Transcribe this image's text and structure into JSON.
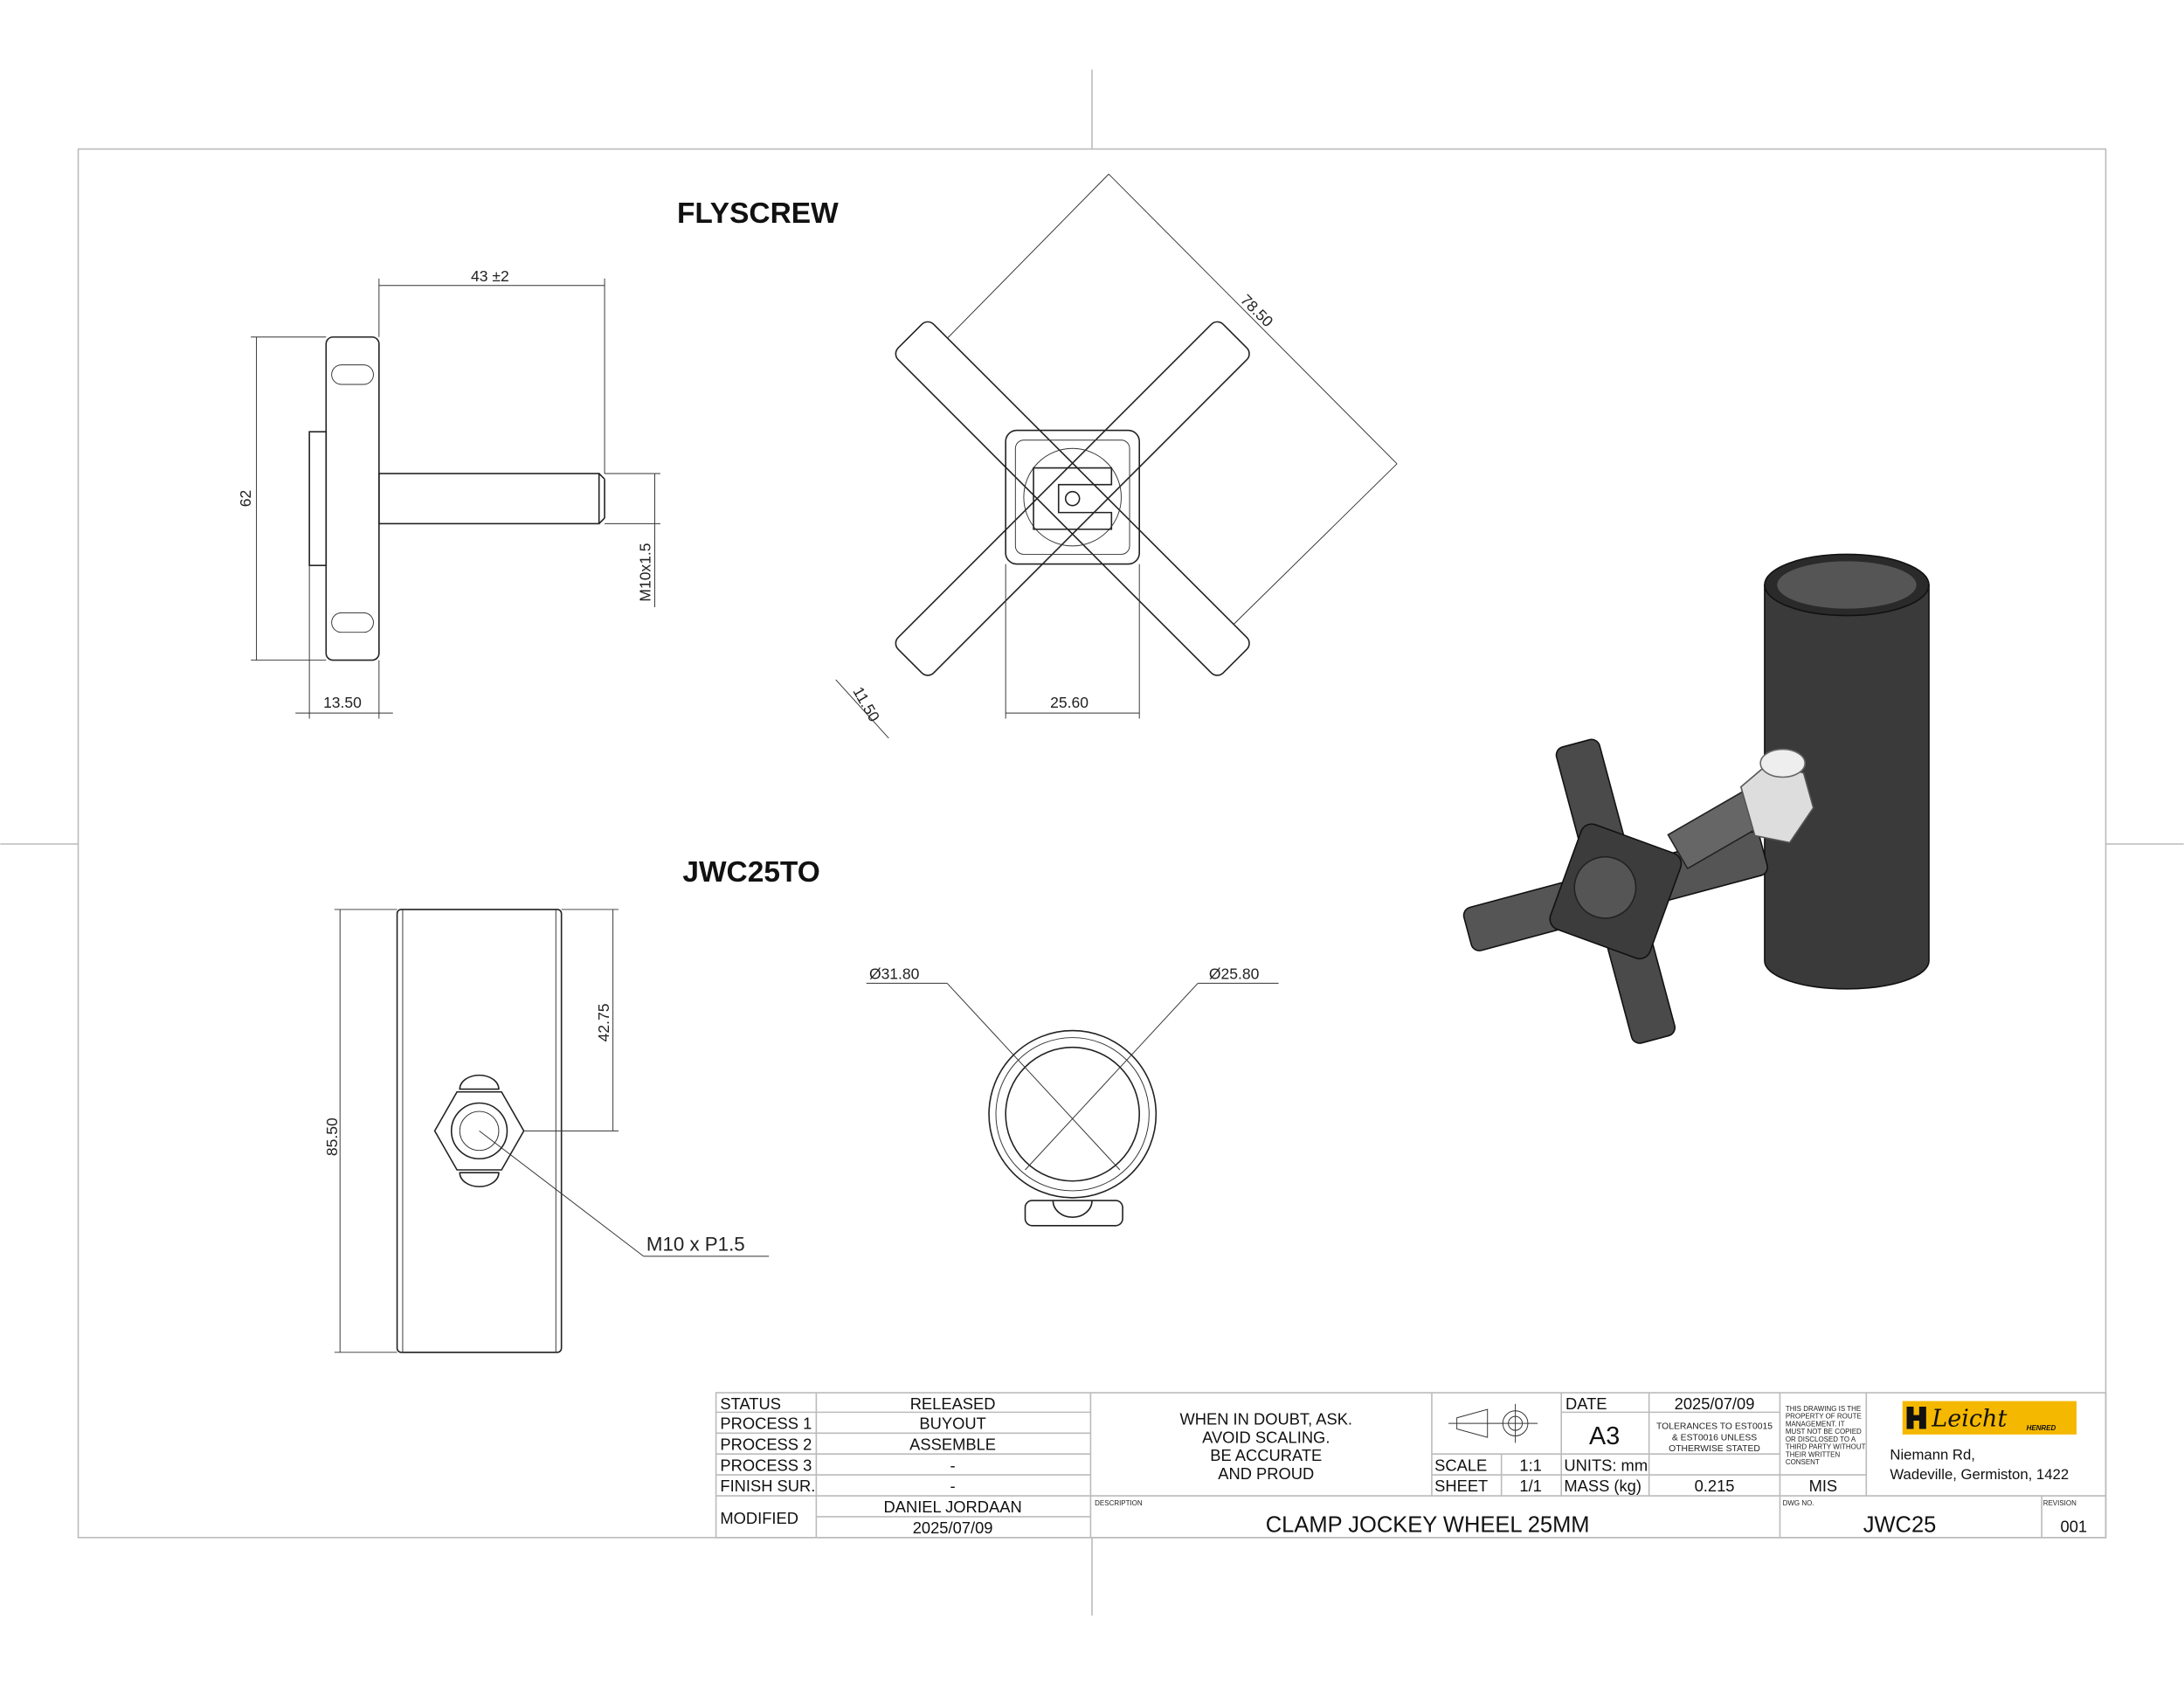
{
  "views": {
    "flyscrew_title": "FLYSCREW",
    "jwc_title": "JWC25TO",
    "dims": {
      "length": "43 ±2",
      "height": "62",
      "hub": "13.50",
      "thread": "M10x1.5",
      "diag": "78.50",
      "arm": "11.50",
      "square": "25.60",
      "tube_len": "85.50",
      "hole_pos": "42.75",
      "outer_dia": "Ø31.80",
      "inner_dia": "Ø25.80",
      "thread_callout": "M10 x P1.5"
    }
  },
  "title_block": {
    "rows": [
      {
        "label": "STATUS",
        "value": "RELEASED"
      },
      {
        "label": "PROCESS 1",
        "value": "BUYOUT"
      },
      {
        "label": "PROCESS 2",
        "value": "ASSEMBLE"
      },
      {
        "label": "PROCESS 3",
        "value": "-"
      },
      {
        "label": "FINISH SUR.",
        "value": "-"
      }
    ],
    "modified_label": "MODIFIED",
    "modified_by": "DANIEL JORDAAN",
    "modified_date": "2025/07/09",
    "notes": [
      "WHEN IN DOUBT, ASK.",
      "AVOID SCALING.",
      "BE ACCURATE",
      "AND PROUD"
    ],
    "description_label": "DESCRIPTION",
    "description": "CLAMP JOCKEY WHEEL 25MM",
    "scale_label": "SCALE",
    "scale": "1:1",
    "sheet_label": "SHEET",
    "sheet": "1/1",
    "date_label": "DATE",
    "date": "2025/07/09",
    "size": "A3",
    "tolerances": [
      "TOLERANCES TO EST0015",
      "& EST0016 UNLESS",
      "OTHERWISE STATED"
    ],
    "units": "UNITS: mm",
    "mass_label": "MASS (kg)",
    "mass": "0.215",
    "property": [
      "THIS DRAWING IS THE",
      "PROPERTY OF ROUTE",
      "MANAGEMENT. IT",
      "MUST NOT BE COPIED",
      "OR DISCLOSED TO A",
      "THIRD PARTY WITHOUT",
      "THEIR WRITTEN",
      "CONSENT"
    ],
    "drawn_by": "MIS",
    "logo_text": "Leicht",
    "logo_sub": "HENRED",
    "address": [
      "Niemann Rd,",
      "Wadeville, Germiston, 1422"
    ],
    "dwg_no_label": "DWG NO.",
    "dwg_no": "JWC25",
    "revision_label": "REVISION",
    "revision": "001",
    "colors": {
      "logo_bg": "#f5b800",
      "part": "#3a3a3a"
    }
  }
}
